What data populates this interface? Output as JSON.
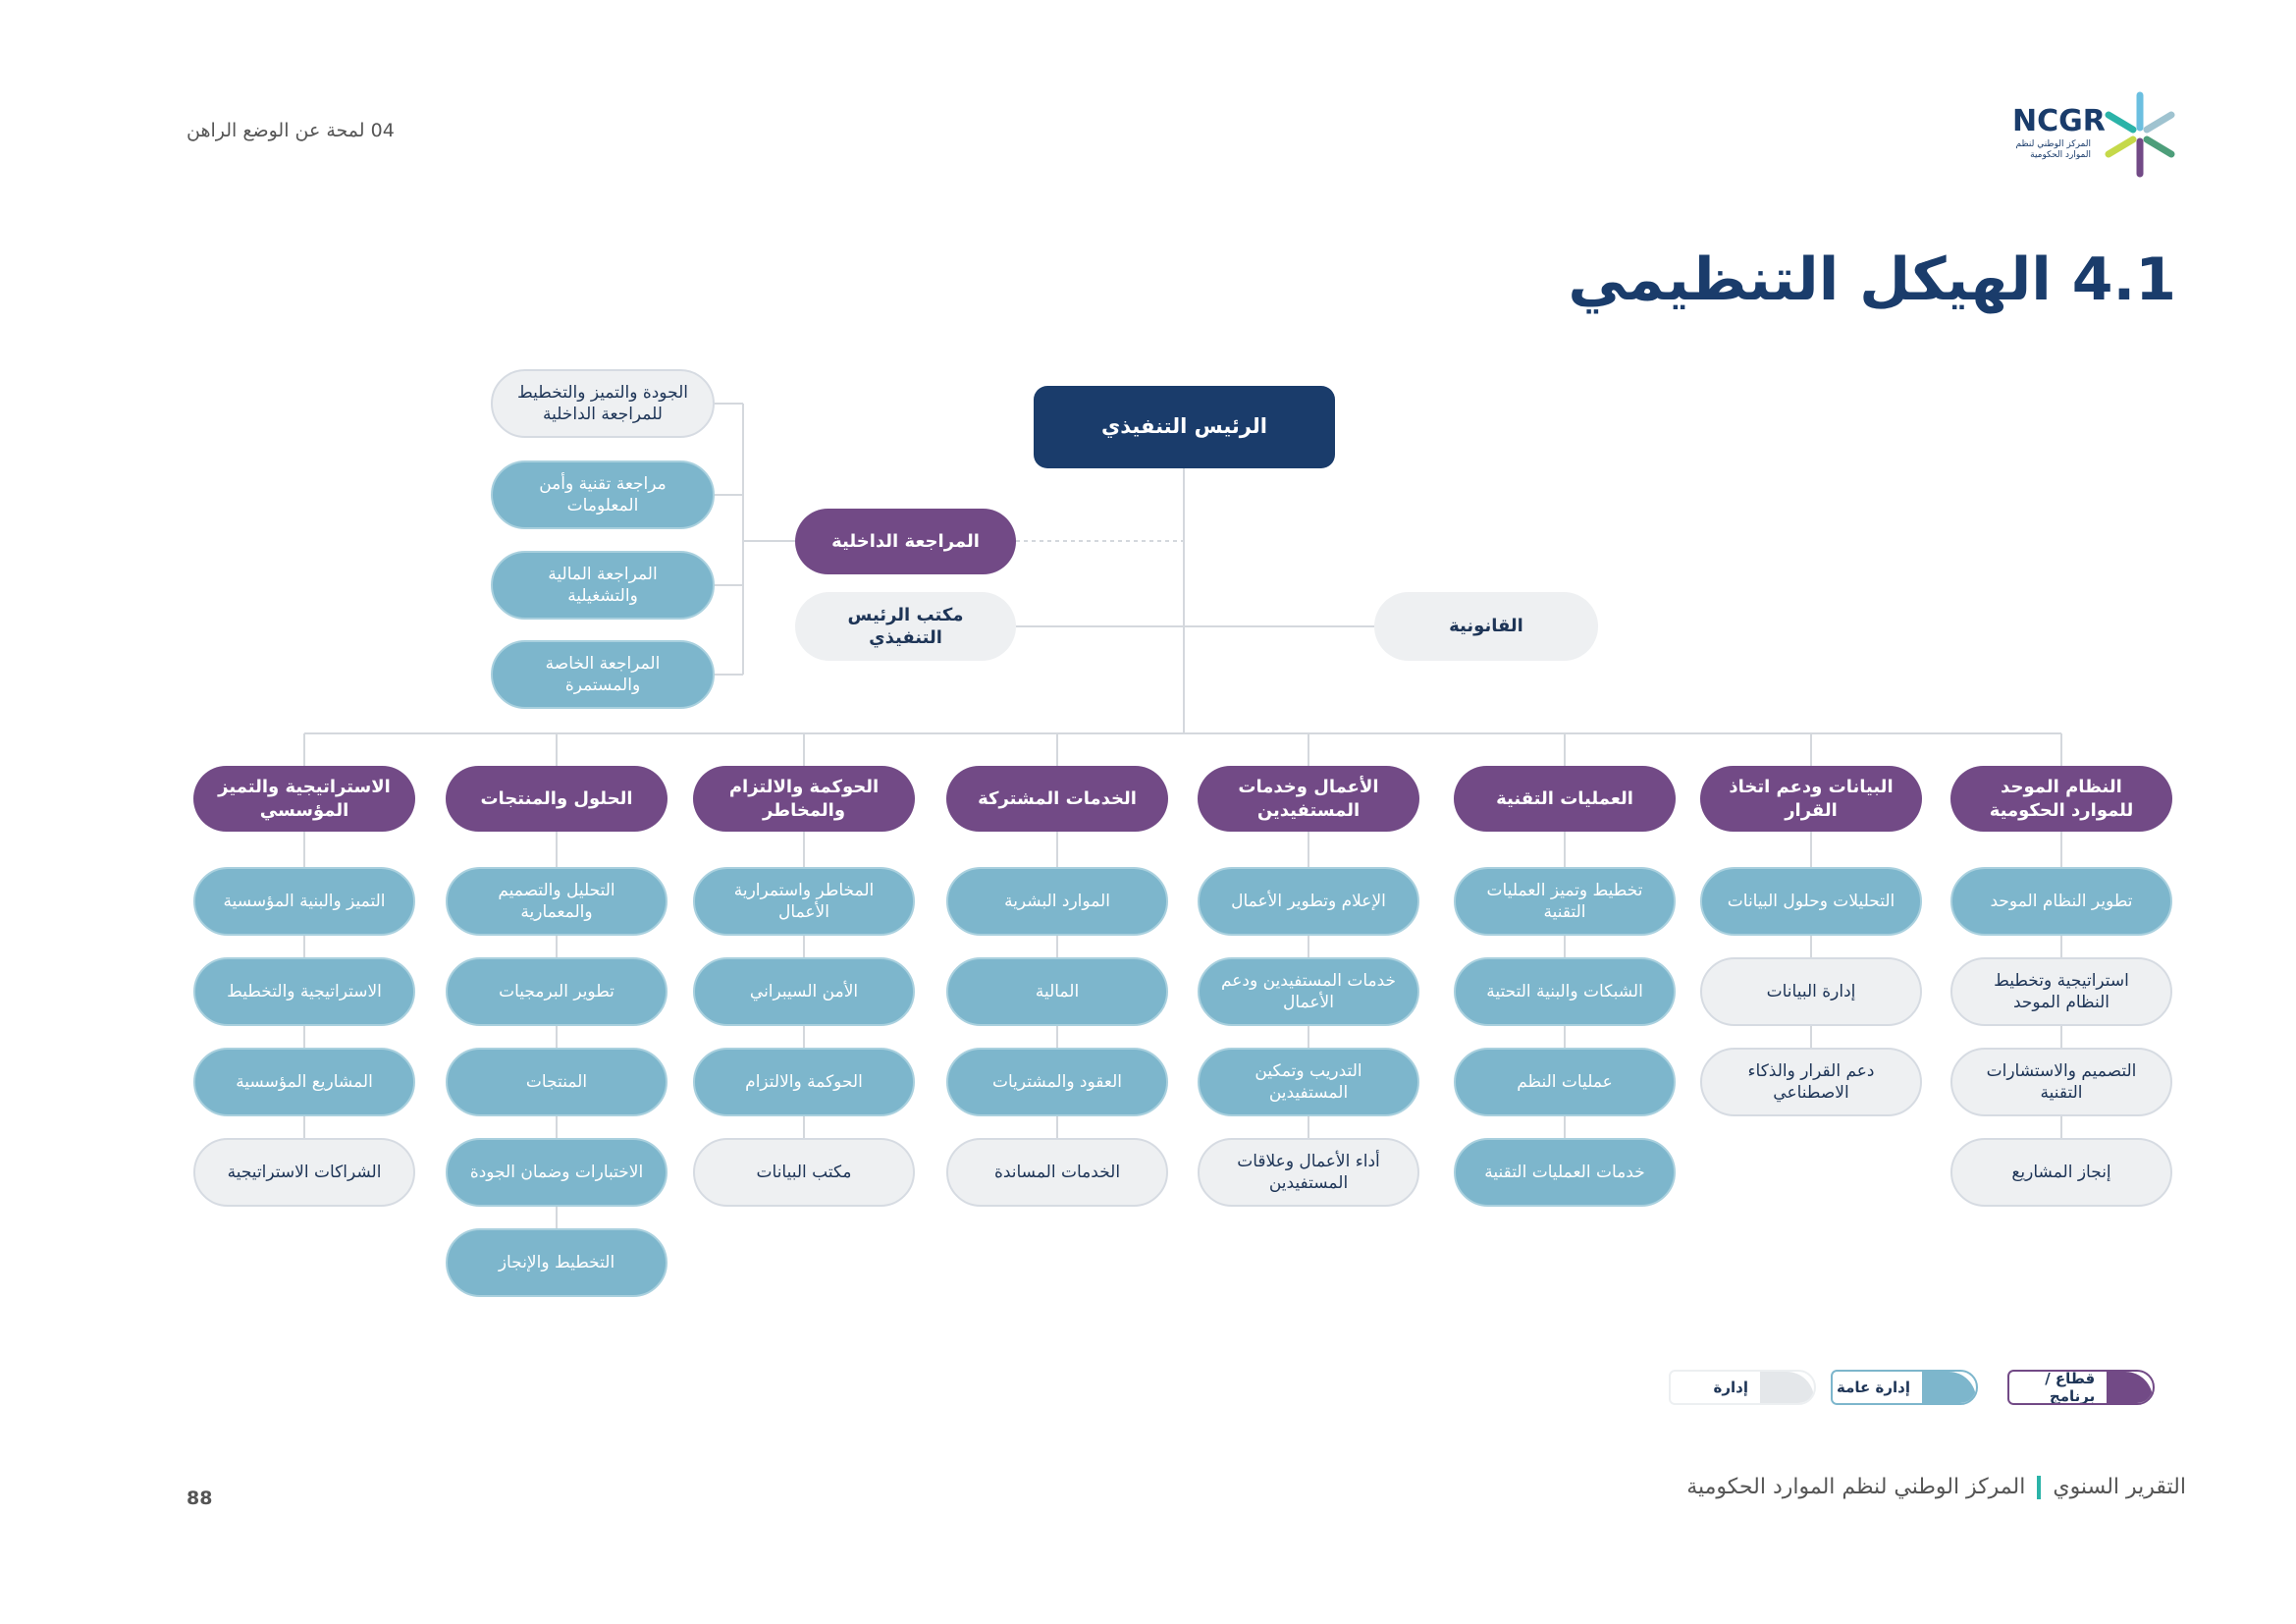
{
  "header": {
    "section": "04 لمحة عن  الوضع الراهن",
    "logo_text": "NCGR",
    "logo_subtitle": "المركز الوطني لنظم الموارد الحكومية"
  },
  "title": "4.1 الهيكل التنظيمي",
  "colors": {
    "navy": "#1a3c6b",
    "purple": "#724a86",
    "blue": "#7db6cc",
    "grey": "#eef0f2",
    "accent": "#2bb3a8"
  },
  "ceo": "الرئيس التنفيذي",
  "internal_audit": "المراجعة الداخلية",
  "ceo_office": "مكتب الرئيس التنفيذي",
  "legal": "القانونية",
  "audit_units": [
    {
      "label": "الجودة والتميز والتخطيط للمراجعة الداخلية",
      "type": "grey"
    },
    {
      "label": "مراجعة تقنية وأمن المعلومات",
      "type": "blue"
    },
    {
      "label": "المراجعة المالية والتشغيلية",
      "type": "blue"
    },
    {
      "label": "المراجعة الخاصة والمستمرة",
      "type": "blue"
    }
  ],
  "sectors": [
    {
      "label": "الاستراتيجية والتميز المؤسسي",
      "units": [
        {
          "label": "التميز والبنية المؤسسية",
          "type": "blue"
        },
        {
          "label": "الاستراتيجية والتخطيط",
          "type": "blue"
        },
        {
          "label": "المشاريع المؤسسية",
          "type": "blue"
        },
        {
          "label": "الشراكات الاستراتيجية",
          "type": "grey"
        }
      ]
    },
    {
      "label": "الحلول والمنتجات",
      "units": [
        {
          "label": "التحليل والتصميم والمعمارية",
          "type": "blue"
        },
        {
          "label": "تطوير البرمجيات",
          "type": "blue"
        },
        {
          "label": "المنتجات",
          "type": "blue"
        },
        {
          "label": "الاختبارات وضمان الجودة",
          "type": "blue"
        },
        {
          "label": "التخطيط والإنجاز",
          "type": "blue"
        }
      ]
    },
    {
      "label": "الحوكمة والالتزام والمخاطر",
      "units": [
        {
          "label": "المخاطر واستمرارية الأعمال",
          "type": "blue"
        },
        {
          "label": "الأمن السيبراني",
          "type": "blue"
        },
        {
          "label": "الحوكمة والالتزام",
          "type": "blue"
        },
        {
          "label": "مكتب البيانات",
          "type": "grey"
        }
      ]
    },
    {
      "label": "الخدمات المشتركة",
      "units": [
        {
          "label": "الموارد البشرية",
          "type": "blue"
        },
        {
          "label": "المالية",
          "type": "blue"
        },
        {
          "label": "العقود والمشتريات",
          "type": "blue"
        },
        {
          "label": "الخدمات المساندة",
          "type": "grey"
        }
      ]
    },
    {
      "label": "الأعمال وخدمات المستفيدين",
      "units": [
        {
          "label": "الإعلام وتطوير الأعمال",
          "type": "blue"
        },
        {
          "label": "خدمات المستفيدين ودعم الأعمال",
          "type": "blue"
        },
        {
          "label": "التدريب وتمكين المستفيدين",
          "type": "blue"
        },
        {
          "label": "أداء الأعمال وعلاقات المستفيدين",
          "type": "grey"
        }
      ]
    },
    {
      "label": "العمليات التقنية",
      "units": [
        {
          "label": "تخطيط وتميز العمليات التقنية",
          "type": "blue"
        },
        {
          "label": "الشبكات والبنية التحتية",
          "type": "blue"
        },
        {
          "label": "عمليات النظم",
          "type": "blue"
        },
        {
          "label": "خدمات العمليات التقنية",
          "type": "blue"
        }
      ]
    },
    {
      "label": "البيانات ودعم اتخاذ القرار",
      "units": [
        {
          "label": "التحليلات وحلول البيانات",
          "type": "blue"
        },
        {
          "label": "إدارة البيانات",
          "type": "grey"
        },
        {
          "label": "دعم القرار والذكاء الاصطناعي",
          "type": "grey"
        }
      ]
    },
    {
      "label": "النظام الموحد للموارد الحكومية",
      "units": [
        {
          "label": "تطوير النظام الموحد",
          "type": "blue"
        },
        {
          "label": "استراتيجية وتخطيط النظام الموحد",
          "type": "grey"
        },
        {
          "label": "التصميم والاستشارات التقنية",
          "type": "grey"
        },
        {
          "label": "إنجاز المشاريع",
          "type": "grey"
        }
      ]
    }
  ],
  "legend": {
    "sector": "قطاع / برنامج",
    "general_dept": "إدارة عامة",
    "dept": "إدارة"
  },
  "footer": {
    "report": "التقرير السنوي",
    "org": "المركز الوطني لنظم الموارد الحكومية",
    "page": "88"
  }
}
